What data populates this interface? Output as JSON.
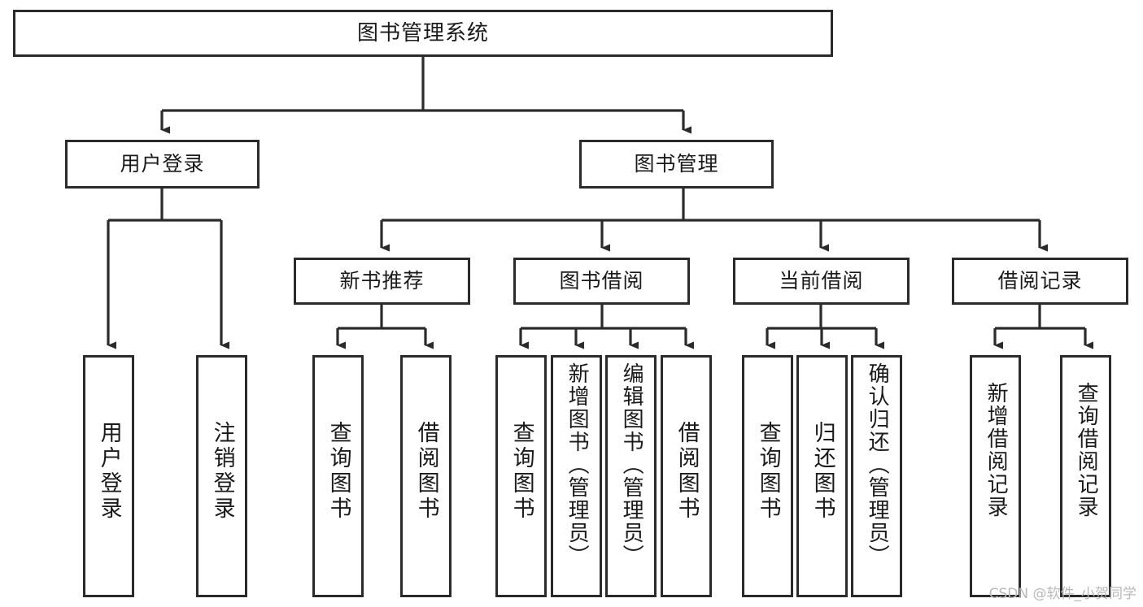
{
  "diagram": {
    "title": "图书管理系统",
    "type": "tree-hierarchy",
    "stroke_color": "#2b2b2b",
    "fill_color": "#ffffff",
    "text_color": "#1a1a1a"
  },
  "nodes": {
    "root": {
      "label": "图书管理系统"
    },
    "level1": [
      {
        "id": "user-login",
        "label": "用户登录"
      },
      {
        "id": "book-manage",
        "label": "图书管理"
      }
    ],
    "level2": [
      {
        "id": "new-book-recommend",
        "label": "新书推荐"
      },
      {
        "id": "book-borrow",
        "label": "图书借阅"
      },
      {
        "id": "current-borrow",
        "label": "当前借阅"
      },
      {
        "id": "borrow-record",
        "label": "借阅记录"
      }
    ],
    "leaves": {
      "user-login": [
        {
          "id": "leaf-user-login",
          "label": "用户登录"
        },
        {
          "id": "leaf-user-logout",
          "label": "注销登录"
        }
      ],
      "new-book-recommend": [
        {
          "id": "leaf-query-book-1",
          "label": "查询图书"
        },
        {
          "id": "leaf-borrow-book-1",
          "label": "借阅图书"
        }
      ],
      "book-borrow": [
        {
          "id": "leaf-query-book-2",
          "label": "查询图书"
        },
        {
          "id": "leaf-add-book",
          "label": "新增图书（管理员）"
        },
        {
          "id": "leaf-edit-book",
          "label": "编辑图书（管理员）"
        },
        {
          "id": "leaf-borrow-book-2",
          "label": "借阅图书"
        }
      ],
      "current-borrow": [
        {
          "id": "leaf-query-book-3",
          "label": "查询图书"
        },
        {
          "id": "leaf-return-book",
          "label": "归还图书"
        },
        {
          "id": "leaf-confirm-return",
          "label": "确认归还（管理员）"
        }
      ],
      "borrow-record": [
        {
          "id": "leaf-add-record",
          "label": "新增借阅记录"
        },
        {
          "id": "leaf-query-record",
          "label": "查询借阅记录"
        }
      ]
    }
  },
  "watermark": {
    "text": "CSDN @软件_小贺同学"
  },
  "chart_data": {
    "type": "table",
    "title": "图书管理系统",
    "structure": [
      {
        "level": 0,
        "label": "图书管理系统",
        "children": [
          {
            "level": 1,
            "label": "用户登录",
            "children": [
              {
                "level": 2,
                "label": "用户登录"
              },
              {
                "level": 2,
                "label": "注销登录"
              }
            ]
          },
          {
            "level": 1,
            "label": "图书管理",
            "children": [
              {
                "level": 2,
                "label": "新书推荐",
                "children": [
                  {
                    "level": 3,
                    "label": "查询图书"
                  },
                  {
                    "level": 3,
                    "label": "借阅图书"
                  }
                ]
              },
              {
                "level": 2,
                "label": "图书借阅",
                "children": [
                  {
                    "level": 3,
                    "label": "查询图书"
                  },
                  {
                    "level": 3,
                    "label": "新增图书（管理员）"
                  },
                  {
                    "level": 3,
                    "label": "编辑图书（管理员）"
                  },
                  {
                    "level": 3,
                    "label": "借阅图书"
                  }
                ]
              },
              {
                "level": 2,
                "label": "当前借阅",
                "children": [
                  {
                    "level": 3,
                    "label": "查询图书"
                  },
                  {
                    "level": 3,
                    "label": "归还图书"
                  },
                  {
                    "level": 3,
                    "label": "确认归还（管理员）"
                  }
                ]
              },
              {
                "level": 2,
                "label": "借阅记录",
                "children": [
                  {
                    "level": 3,
                    "label": "新增借阅记录"
                  },
                  {
                    "level": 3,
                    "label": "查询借阅记录"
                  }
                ]
              }
            ]
          }
        ]
      }
    ]
  }
}
